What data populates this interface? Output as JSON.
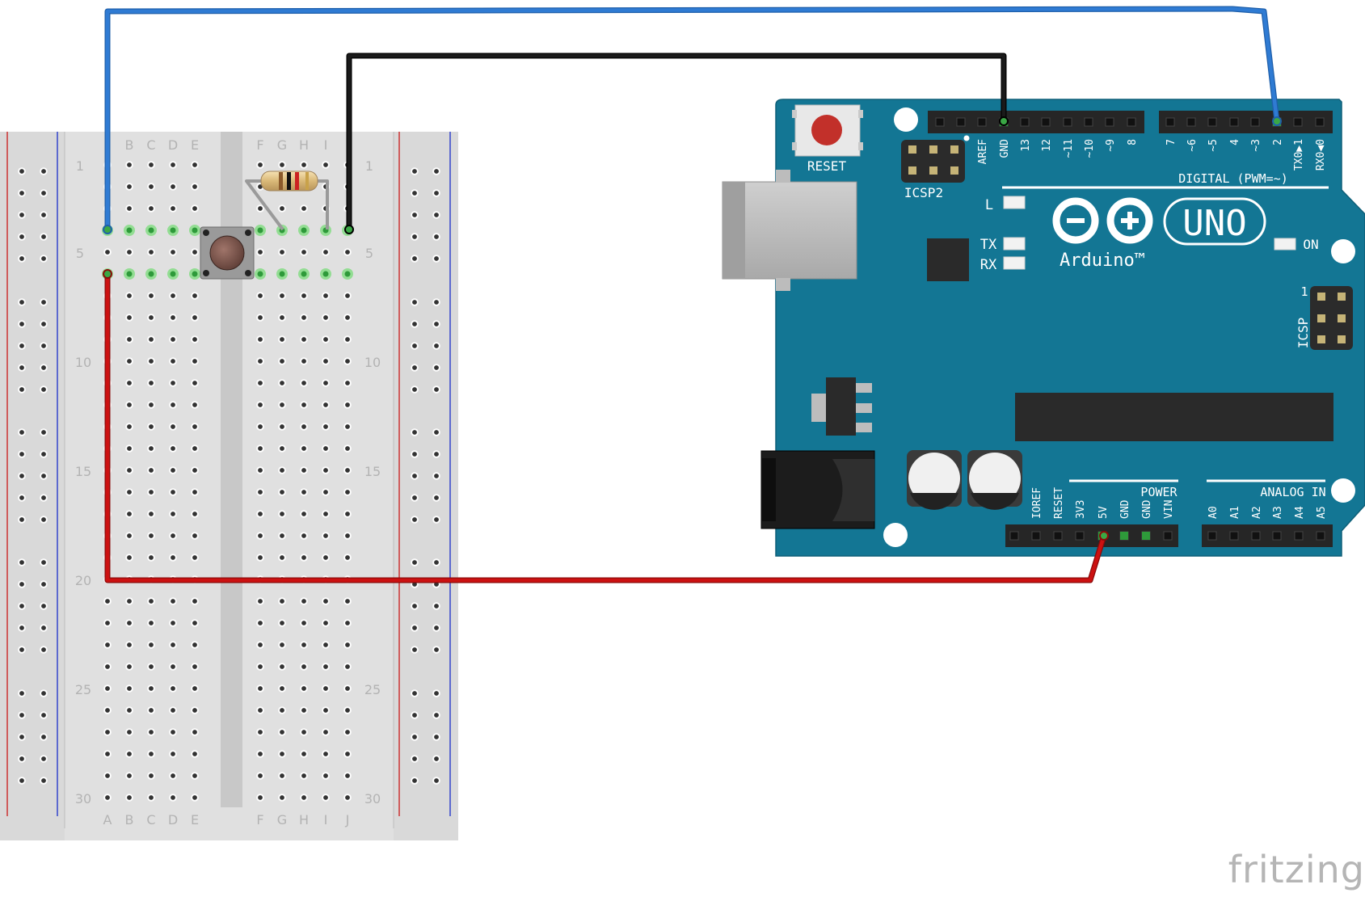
{
  "watermark": "fritzing",
  "breadboard": {
    "column_letters": [
      "A",
      "B",
      "C",
      "D",
      "E",
      "F",
      "G",
      "H",
      "I",
      "J"
    ],
    "row_markers": [
      "1",
      "5",
      "10",
      "15",
      "20",
      "25",
      "30"
    ],
    "rows": 30
  },
  "arduino": {
    "logo_text": "Arduino™",
    "model": "UNO",
    "reset_label": "RESET",
    "icsp2_label": "ICSP2",
    "icsp_label": "ICSP",
    "icsp_pin1": "1",
    "digital_header_label": "DIGITAL (PWM=~)",
    "power_header_label": "POWER",
    "analog_header_label": "ANALOG IN",
    "led_labels": {
      "l": "L",
      "tx": "TX",
      "rx": "RX",
      "on": "ON"
    },
    "digital_pins_left": [
      "AREF",
      "GND",
      "13",
      "12",
      "~11",
      "~10",
      "~9",
      "8"
    ],
    "digital_pins_right": [
      "7",
      "~6",
      "~5",
      "4",
      "~3",
      "2",
      "TX0▶1",
      "RX0◀0"
    ],
    "power_pins": [
      "IOREF",
      "RESET",
      "3V3",
      "5V",
      "GND",
      "GND",
      "VIN"
    ],
    "analog_pins": [
      "A0",
      "A1",
      "A2",
      "A3",
      "A4",
      "A5"
    ]
  },
  "wires": {
    "signal": {
      "color": "#2f7bd3",
      "from": "breadboard row 4 col A",
      "to": "digital pin 2"
    },
    "ground": {
      "color": "#1a1a1a",
      "from": "breadboard row 4 col J",
      "to": "GND"
    },
    "power": {
      "color": "#cc1111",
      "from": "breadboard row 6 col A",
      "to": "5V"
    }
  }
}
